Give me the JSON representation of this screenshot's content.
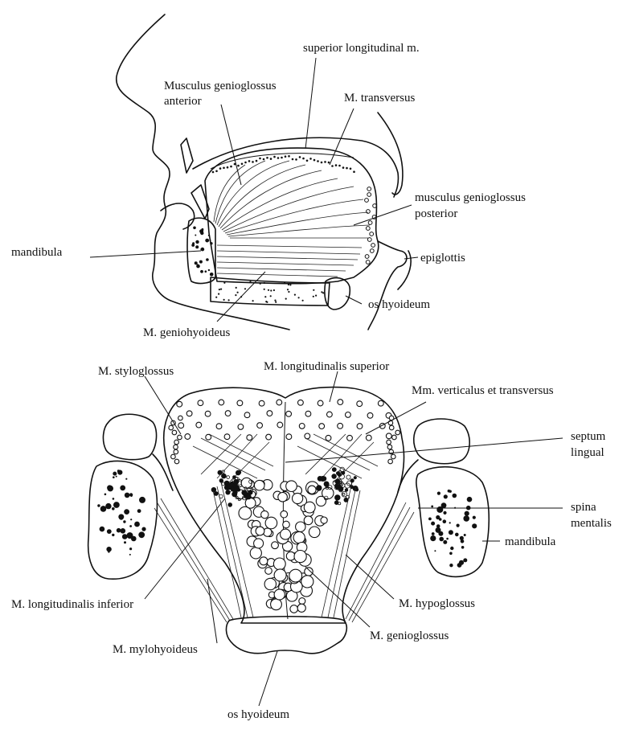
{
  "sagittal_view": {
    "labels": {
      "superior_longitudinal": "superior longitudinal m.",
      "genioglossus_anterior_1": "Musculus genioglossus",
      "genioglossus_anterior_2": "anterior",
      "transversus": "M. transversus",
      "genioglossus_posterior_1": "musculus genioglossus",
      "genioglossus_posterior_2": "posterior",
      "mandibula": "mandibula",
      "epiglottis": "epiglottis",
      "os_hyoideum": "os hyoideum",
      "geniohyoideus": "M. geniohyoideus"
    }
  },
  "coronal_view": {
    "labels": {
      "styloglossus": "M. styloglossus",
      "longitudinalis_superior": "M. longitudinalis superior",
      "verticalus_transversus": "Mm. verticalus et transversus",
      "septum_1": "septum",
      "septum_2": "lingual",
      "spina_1": "spina",
      "spina_2": "mentalis",
      "mandibula": "mandibula",
      "longitudinalis_inferior": "M. longitudinalis inferior",
      "hypoglossus": "M. hypoglossus",
      "mylohyoideus": "M. mylohyoideus",
      "genioglossus": "M. genioglossus",
      "os_hyoideum": "os hyoideum"
    }
  },
  "colors": {
    "ink": "#111111",
    "background": "#ffffff"
  }
}
